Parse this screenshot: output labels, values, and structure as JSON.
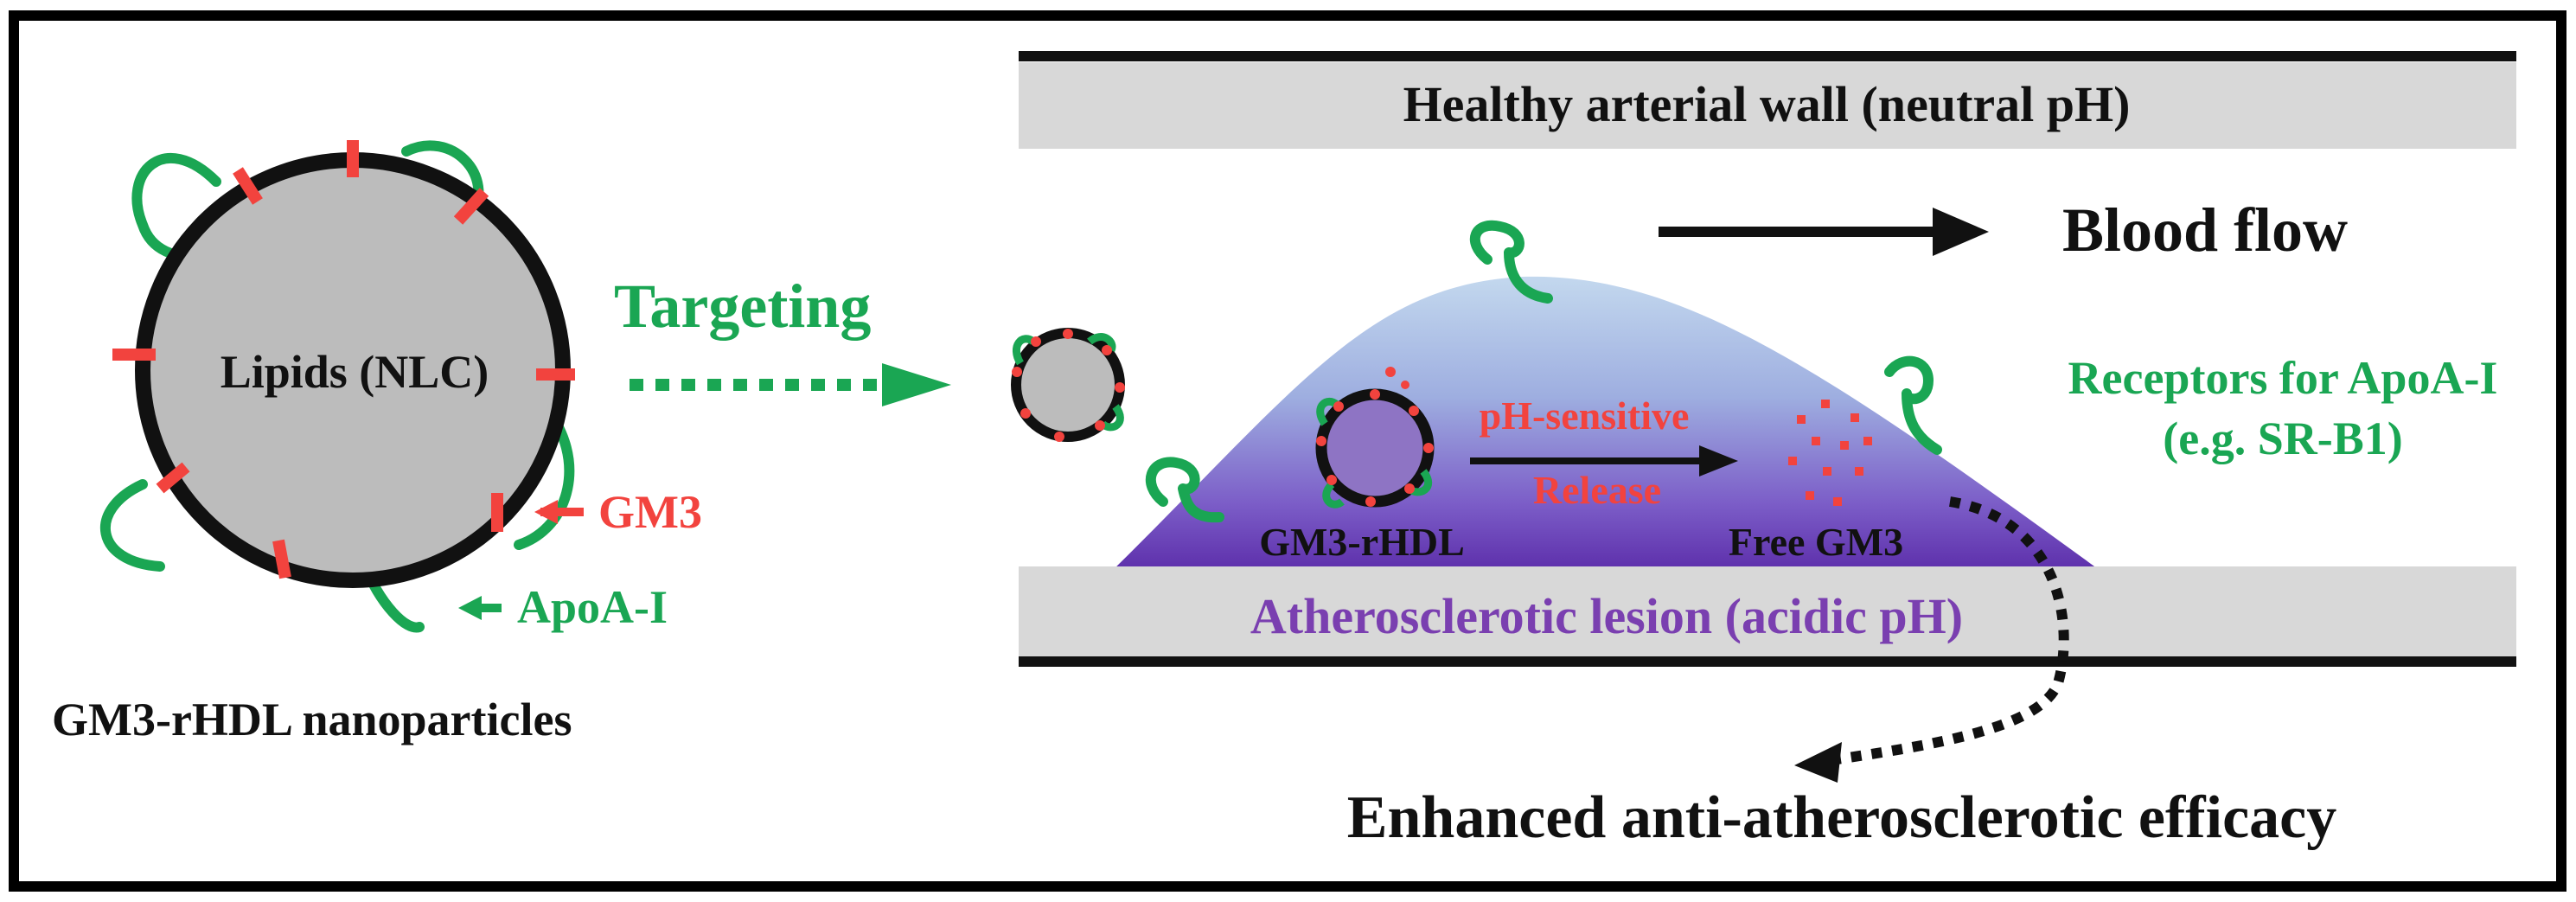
{
  "colors": {
    "green": "#1aa653",
    "red": "#f2433e",
    "purple": "#7a3fb0",
    "black": "#111111",
    "gray_band": "#d8d8d8",
    "particle_gray": "#bcbcbc"
  },
  "nanoparticle": {
    "core_label": "Lipids (NLC)",
    "gm3_label": "GM3",
    "apoa_label": "ApoA-I",
    "caption": "GM3-rHDL nanoparticles"
  },
  "targeting": {
    "label": "Targeting"
  },
  "artery": {
    "top_wall_label": "Healthy arterial wall (neutral pH)",
    "blood_flow_label": "Blood flow",
    "lesion_label": "Atherosclerotic lesion (acidic pH)"
  },
  "lesion": {
    "particle_label": "GM3-rHDL",
    "release_line1": "pH-sensitive",
    "release_line2": "Release",
    "free_label": "Free GM3"
  },
  "receptors": {
    "line1": "Receptors for ApoA-I",
    "line2": "(e.g. SR-B1)"
  },
  "outcome": {
    "label": "Enhanced anti-atherosclerotic efficacy"
  }
}
